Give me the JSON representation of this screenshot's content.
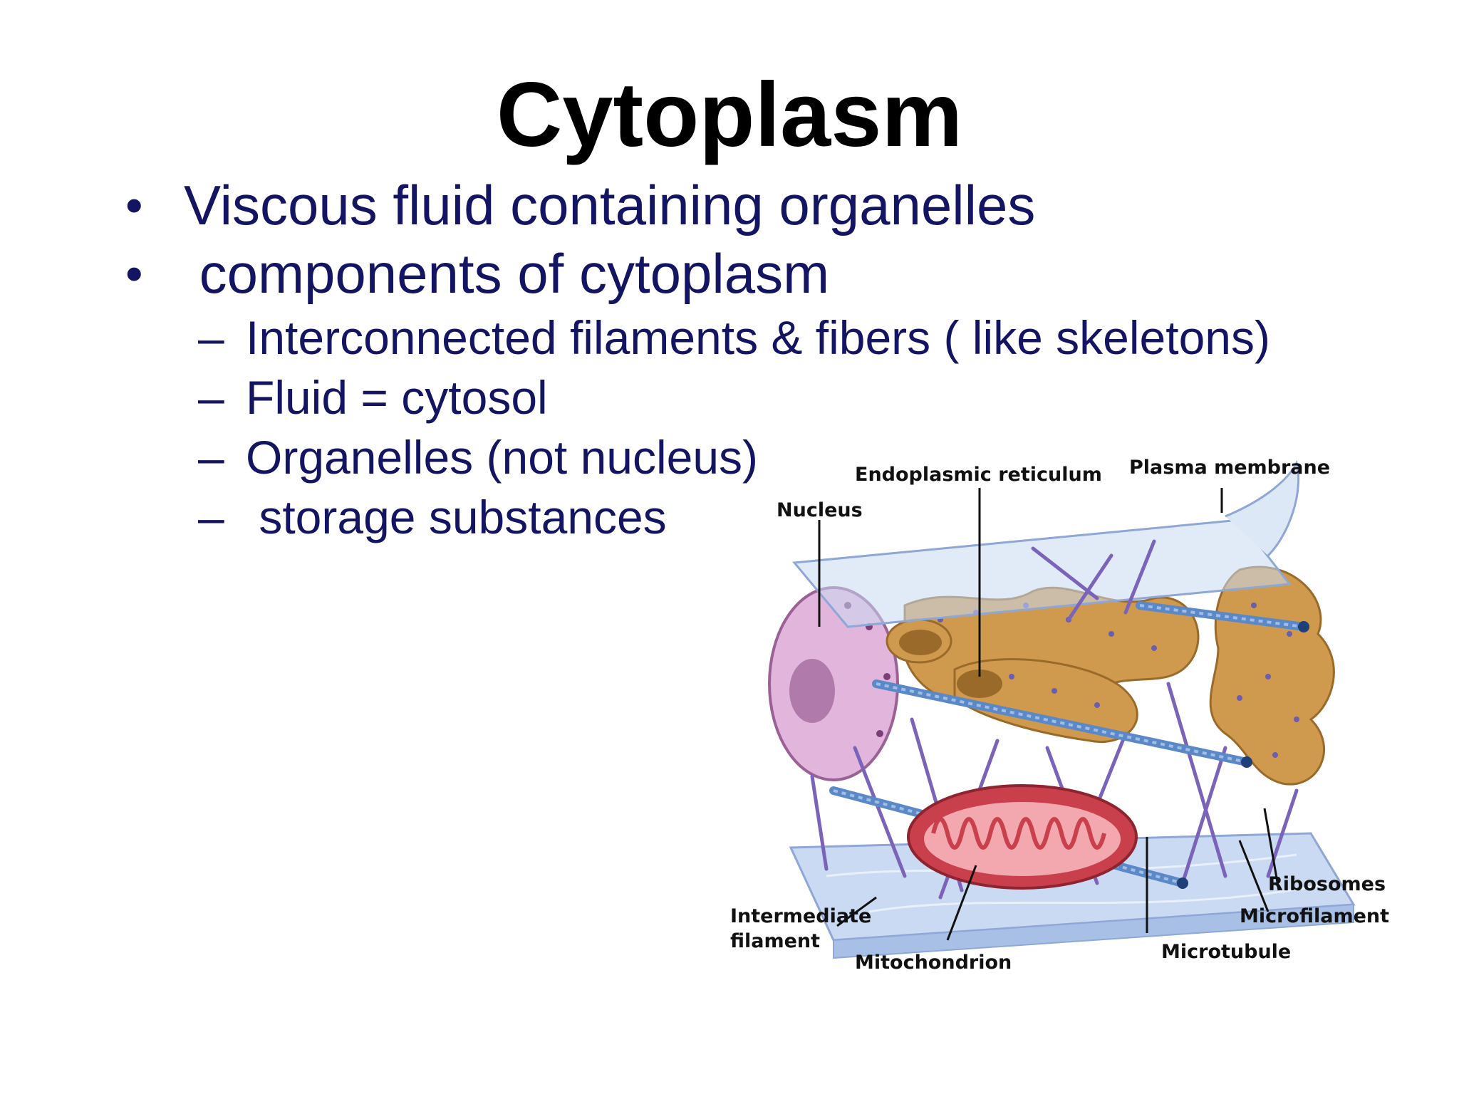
{
  "slide": {
    "title": "Cytoplasm",
    "bullets": [
      {
        "text": "Viscous fluid containing organelles",
        "subitems": []
      },
      {
        "text": " components of cytoplasm",
        "subitems": [
          "Interconnected filaments & fibers ( like skeletons)",
          "Fluid = cytosol",
          "Organelles (not nucleus)",
          " storage substances"
        ]
      }
    ],
    "bullet_glyph": "•",
    "dash_glyph": "–"
  },
  "figure": {
    "labels": {
      "endoplasmic_reticulum": "Endoplasmic reticulum",
      "plasma_membrane": "Plasma membrane",
      "nucleus": "Nucleus",
      "ribosomes": "Ribosomes",
      "microfilament": "Microfilament",
      "intermediate_filament_line1": "Intermediate",
      "intermediate_filament_line2": "filament",
      "mitochondrion": "Mitochondrion",
      "microtubule": "Microtubule"
    },
    "colors": {
      "membrane": "#c9daf2",
      "membrane_edge": "#8fa7d6",
      "er": "#cf9a4e",
      "er_dark": "#9a6a2a",
      "nucleus": "#e2b6dc",
      "nucleus_dark": "#9b6196",
      "mitochondrion": "#c9404c",
      "mito_inner": "#f2a8ae",
      "filament": "#7a63b8",
      "microtubule": "#5b88c6",
      "text": "#141562"
    }
  }
}
